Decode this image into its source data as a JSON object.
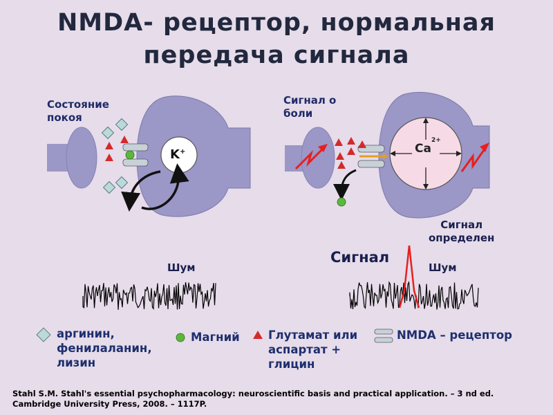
{
  "title_line1": "NMDA- рецептор, нормальная",
  "title_line2": "передача сигнала",
  "left_panel": {
    "state_label_line1": "Состояние",
    "state_label_line2": "покоя",
    "ion": "K",
    "ion_charge": "+",
    "noise_label": "Шум"
  },
  "right_panel": {
    "pain_label_line1": "Сигнал о",
    "pain_label_line2": "боли",
    "ion": "Ca",
    "ion_charge": "2+",
    "detected_line1": "Сигнал",
    "detected_line2": "определен",
    "signal_label": "Сигнал",
    "noise_label": "Шум"
  },
  "legend": {
    "amino_line1": "аргинин,",
    "amino_line2": "фенилаланин,",
    "amino_line3": "лизин",
    "magnesium": "Магний",
    "glutamate_line1": "Глутамат или",
    "glutamate_line2": "аспартат +",
    "glutamate_line3": "глицин",
    "receptor": "NMDA – рецептор"
  },
  "citation_line1": "Stahl S.M. Stahl's essential psychopharmacology: neuroscientific basis and practical application. – 3 nd ed.",
  "citation_line2": "Cambridge University Press, 2008. – 1117P.",
  "colors": {
    "background": "#e6dcea",
    "neuron": "#9b97c6",
    "neuron_outline": "#7d79aa",
    "glutamate": "#d42a2a",
    "magnesium": "#5cb83c",
    "amino_acid": "#bcd9da",
    "ion_sphere_left": "#ffffff",
    "ion_sphere_right": "#f6dbe6",
    "signal": "#e81f1f"
  }
}
